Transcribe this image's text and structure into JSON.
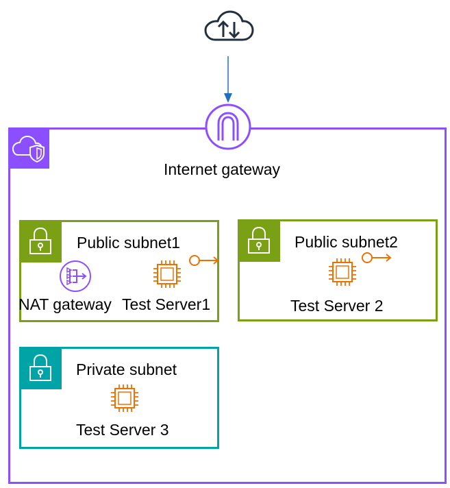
{
  "colors": {
    "vpc": "#8c4fff",
    "public_subnet": "#7aa116",
    "private_subnet": "#00a4a6",
    "compute": "#ed7100",
    "arrow": "#1e6fbf",
    "icon_dark": "#232f3e"
  },
  "internet": {
    "icon": "cloud-upload-download-icon"
  },
  "internet_gateway": {
    "label": "Internet gateway",
    "icon": "internet-gateway-icon"
  },
  "vpc": {
    "icon": "cloud-shield-icon"
  },
  "subnets": {
    "public1": {
      "label": "Public subnet1",
      "nat_gateway_label": "NAT gateway",
      "server_label": "Test Server1"
    },
    "public2": {
      "label": "Public subnet2",
      "server_label": "Test Server 2"
    },
    "private": {
      "label": "Private subnet",
      "server_label": "Test Server 3"
    }
  }
}
